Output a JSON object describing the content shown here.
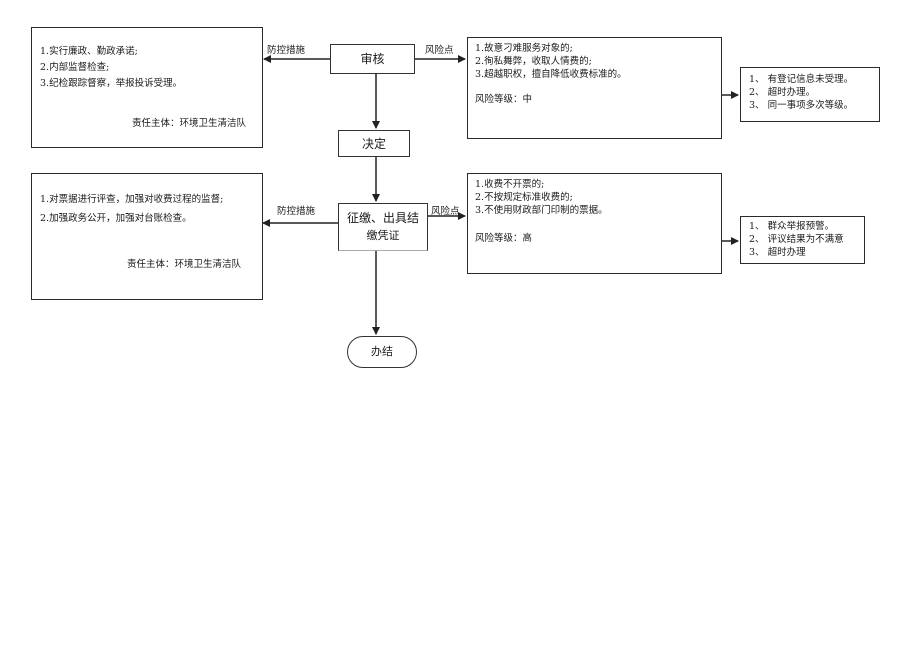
{
  "nodes": {
    "review": "审核",
    "decision": "决定",
    "collect": [
      "征缴、出具结",
      "缴凭证"
    ],
    "finish": "办结"
  },
  "edge_labels": {
    "measures_top": "防控措施",
    "risk_top": "风险点",
    "measures_mid": "防控措施",
    "risk_mid": "风险点"
  },
  "measures_box_1": {
    "lines": [
      "1.实行廉政、勤政承诺;",
      "2.内部监督检查;",
      "3.纪检跟踪督察，举报投诉受理。"
    ],
    "responsible": "责任主体：环境卫生清洁队"
  },
  "measures_box_2": {
    "lines": [
      "1.对票据进行评查，加强对收费过程的监督;",
      "2.加强政务公开，加强对台账检查。"
    ],
    "responsible": "责任主体：环境卫生清洁队"
  },
  "risk_box_1": {
    "lines": [
      "1.故意刁难服务对象的;",
      "2.徇私舞弊，收取人情费的;",
      "3.超越职权，擅自降低收费标准的。"
    ],
    "level": "风险等级：中"
  },
  "risk_box_2": {
    "lines": [
      "1.收费不开票的;",
      "2.不按规定标准收费的;",
      "3.不使用财政部门印制的票据。"
    ],
    "level": "风险等级：高"
  },
  "warning_box_1": {
    "lines": [
      "1、 有登记信息未受理。",
      "2、 超时办理。",
      "3、 同一事项多次等级。"
    ]
  },
  "warning_box_2": {
    "lines": [
      "1、 群众举报预警。",
      "2、 评议结果为不满意",
      "3、 超时办理"
    ]
  }
}
